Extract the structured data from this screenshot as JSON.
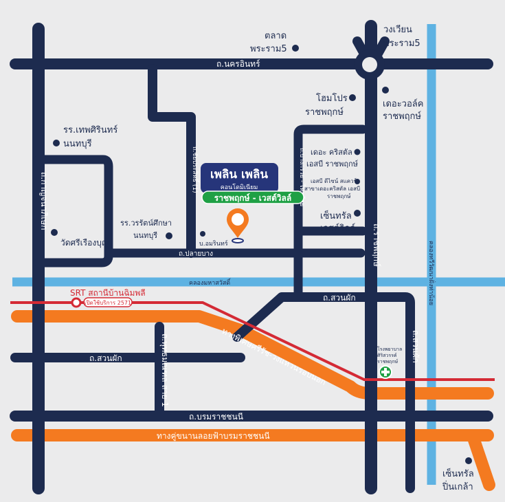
{
  "colors": {
    "road": "#1d2b4f",
    "highway": "#f47a20",
    "canal": "#5eb2e2",
    "rail": "#d42a35",
    "background": "#ebebec",
    "brand_navy": "#26357a",
    "brand_green": "#1fa045",
    "pin": "#f47a20"
  },
  "roads": {
    "nakhon_in": "ถ.นครอินทร์",
    "plai_bang": "ถ.ปลายบาง",
    "suan_phak_east": "ถ.สวนผัก",
    "suan_phak_west": "ถ.สวนผัก",
    "borom": "ถ.บรมราชชนนี",
    "kanchana": "ถ.กาญจนาภิเษก",
    "ratchaphruek": "ถ.ราชพฤกษ์",
    "chaiyaprasit": "ถ.ชัยประสิทธิ์ (1)",
    "bang_kruai": "ถ.บางกรวย - ไทรน้อย",
    "phuttha": "ถ.พุทธมณฑล สาย 1",
    "suan_phak_v": "ถ.สวนผัก",
    "ba_on": "บ.อมรินทร์"
  },
  "highways": {
    "kanchanaphisek": "ทางพิเศษศรีรัช-วงแหวนรอบนอก",
    "borom_elevated": "ทางคู่ขนานลอยฟ้าบรมราชชนนี"
  },
  "canals": {
    "maha_sawat": "คลองมหาสวัสดิ์",
    "thawi": "คลองทวีวัฒนาฝั่งท่าน้อย"
  },
  "rail": {
    "station": "SRT สถานีบ้านฉิมพลี",
    "badge": "เปิดใช้บริการ 2571"
  },
  "project": {
    "name": "เพลิน เพลิน",
    "subtitle": "คอนโดมิเนียม",
    "location": "ราชพฤกษ์ - เวสต์วิลล์"
  },
  "places": {
    "talat_line1": "ตลาด",
    "talat_line2": "พระราม5",
    "circle_line1": "วงเวียน",
    "circle_line2": "พระราม5",
    "homepro_line1": "โฮมโปร",
    "homepro_line2": "ราชพฤกษ์",
    "walk_line1": "เดอะวอล์ค",
    "walk_line2": "ราชพฤกษ์",
    "thepsirin_line1": "รร.เทพศิรินทร์",
    "thepsirin_line2": "นนทบุรี",
    "crystal_line1": "เดอะ คริสตัล",
    "crystal_line2": "เอสบี ราชพฤกษ์",
    "sdesign_line1": "เอสบี ดีไซน์ สแควร์",
    "sdesign_line2": "สาขาเดอะคริสตัล เอสบี",
    "sdesign_line3": "ราชพฤกษ์",
    "central_west_line1": "เซ็นทรัล",
    "central_west_line2": "เวสต์วิลล์",
    "wararat_line1": "รร.วรรัตน์ศึกษา",
    "wararat_line2": "นนทบุรี",
    "wat_sri": "วัดศรีเรืองบุญ",
    "hospital_line1": "โรงพยาบาล",
    "hospital_line2": "ศิริสวรรค์",
    "hospital_line3": "ราชพฤกษ์",
    "pinklao_line1": "เซ็นทรัล",
    "pinklao_line2": "ปิ่นเกล้า"
  }
}
